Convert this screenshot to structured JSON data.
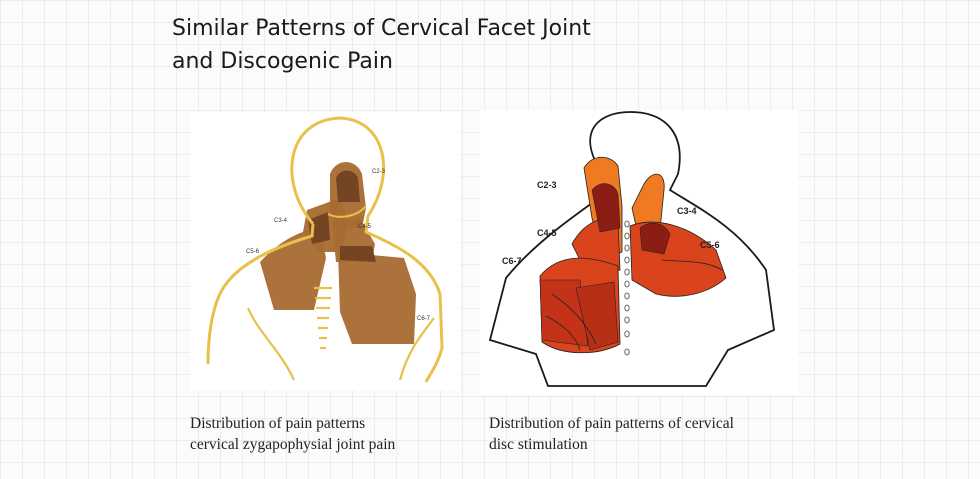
{
  "slide": {
    "title_line1": "Similar Patterns of Cervical Facet Joint",
    "title_line2": "and Discogenic Pain"
  },
  "left_figure": {
    "labels": {
      "c2_3": "C2-3",
      "c3_4": "C3-4",
      "c4_5": "C4-5",
      "c5_6": "C5-6",
      "c6_7": "C6-7"
    },
    "caption_line1": "Distribution of pain patterns",
    "caption_line2": "cervical zygapophysial joint pain",
    "colors": {
      "outline": "#e8c14a",
      "zone_light": "#a86a30",
      "zone_dark": "#6e4021"
    }
  },
  "right_figure": {
    "labels": {
      "c2_3": "C2-3",
      "c3_4": "C3-4",
      "c4_5": "C4-5",
      "c5_6": "C5-6",
      "c6_7": "C6-7"
    },
    "caption_line1": "Distribution of pain patterns of cervical",
    "caption_line2": "disc stimulation",
    "colors": {
      "outline": "#1a1a1a",
      "zone_orange": "#f07a22",
      "zone_red": "#d9441c",
      "zone_dark": "#8c1d14"
    }
  }
}
